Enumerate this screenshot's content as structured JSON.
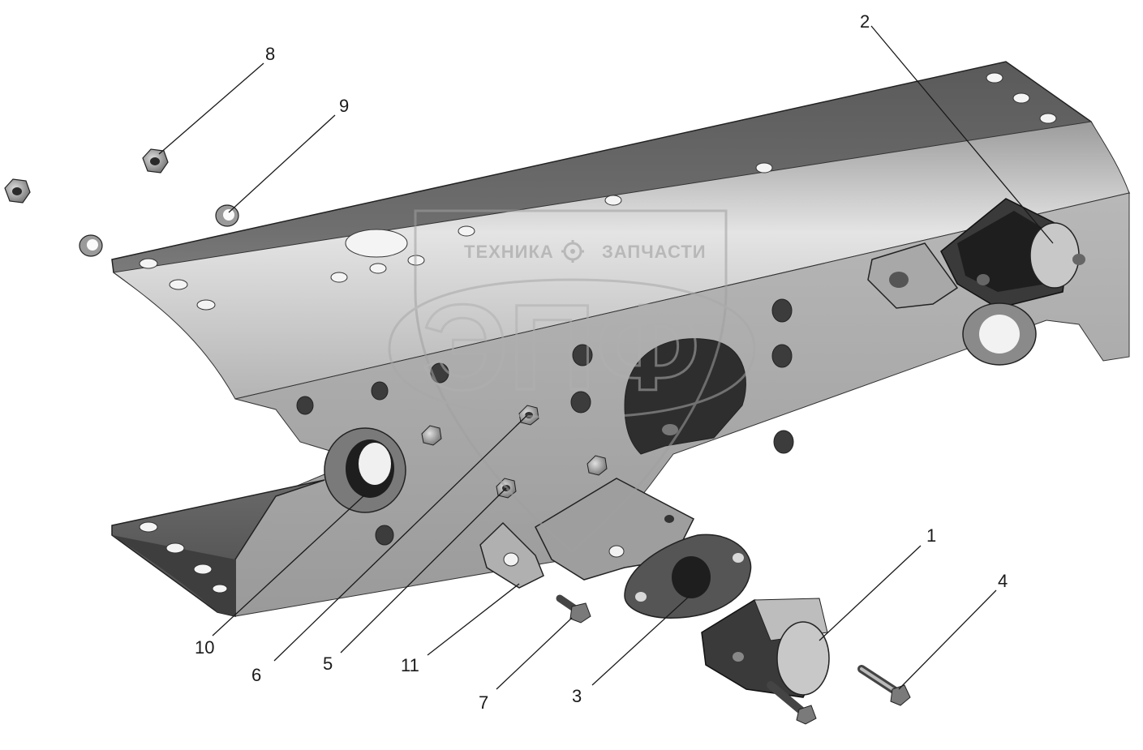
{
  "watermark": {
    "left_text": "ТЕХНИКА",
    "right_text": "ЗАПЧАСТИ",
    "monogram": "ЭПФ",
    "gear_icon": "gear-icon"
  },
  "callouts": [
    {
      "id": "1",
      "label": "1"
    },
    {
      "id": "2",
      "label": "2"
    },
    {
      "id": "3",
      "label": "3"
    },
    {
      "id": "4",
      "label": "4"
    },
    {
      "id": "5",
      "label": "5"
    },
    {
      "id": "6",
      "label": "6"
    },
    {
      "id": "7",
      "label": "7"
    },
    {
      "id": "8",
      "label": "8"
    },
    {
      "id": "9",
      "label": "9"
    },
    {
      "id": "10",
      "label": "10"
    },
    {
      "id": "11",
      "label": "11"
    }
  ],
  "colors": {
    "metal_dark": "#4a4a4a",
    "metal_mid": "#8c8c8c",
    "metal_light": "#c8c8c8",
    "line": "#1a1a1a"
  }
}
